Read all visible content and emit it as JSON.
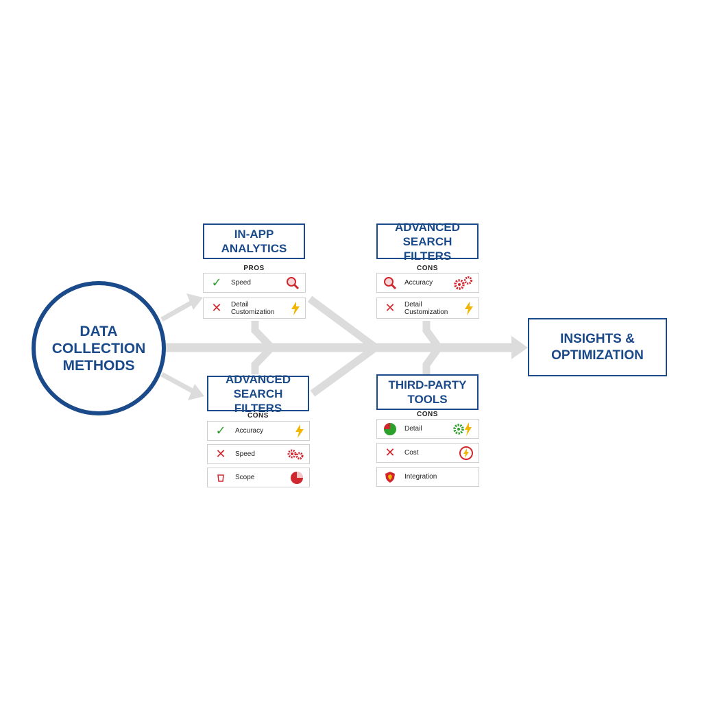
{
  "source": {
    "title": "DATA COLLECTION METHODS"
  },
  "target": {
    "title": "INSIGHTS & OPTIMIZATION"
  },
  "colors": {
    "primary": "#1a4a8a",
    "connector": "#dcdcdc",
    "pro": "#2ca02c",
    "con": "#d0272e",
    "accent": "#f2b600"
  },
  "nodes": [
    {
      "title": "IN-APP ANALYTICS",
      "section": "PROS",
      "rows": [
        {
          "status": "check",
          "label": "Speed",
          "icon": "magnifier-icon"
        },
        {
          "status": "x",
          "label": "Detail Customization",
          "icon": "lightning-icon"
        }
      ]
    },
    {
      "title": "ADVANCED SEARCH FILTERS",
      "section": "CONS",
      "rows": [
        {
          "status": "check",
          "label": "Accuracy",
          "icon": "lightning-icon"
        },
        {
          "status": "x",
          "label": "Speed",
          "icon": "gears-icon"
        },
        {
          "status": "cup",
          "label": "Scope",
          "icon": "pie-chart-icon"
        }
      ]
    },
    {
      "title": "ADVANCED SEARCH FILTERS",
      "section": "CONS",
      "rows": [
        {
          "status": "magnifier",
          "label": "Accuracy",
          "icon": "gears-icon"
        },
        {
          "status": "x",
          "label": "Detail Customization",
          "icon": "lightning-icon"
        }
      ]
    },
    {
      "title": "THIRD-PARTY TOOLS",
      "section": "CONS",
      "rows": [
        {
          "status": "pie",
          "label": "Detail",
          "icon": "gear-lightning-icon"
        },
        {
          "status": "x",
          "label": "Cost",
          "icon": "lightning-circle-icon"
        },
        {
          "status": "shield",
          "label": "Integration",
          "icon": ""
        }
      ]
    }
  ]
}
